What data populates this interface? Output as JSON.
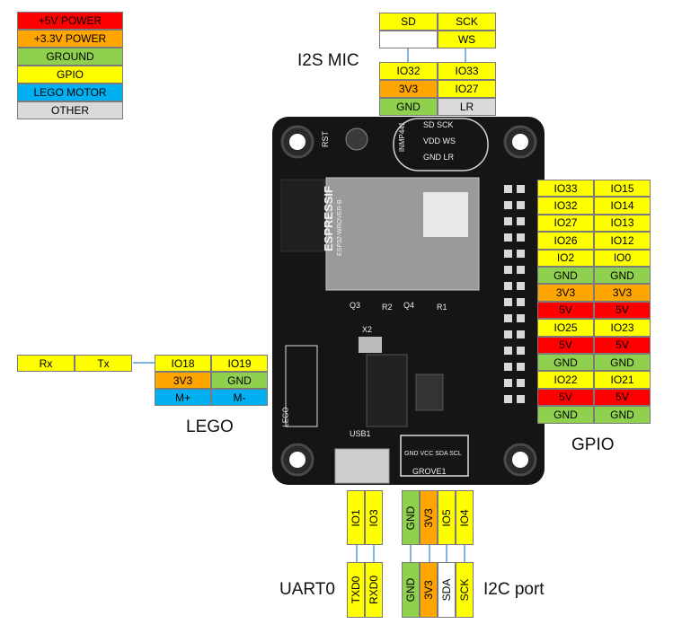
{
  "colors": {
    "power5v": "#ff0000",
    "power33v": "#ffa500",
    "ground": "#8fd14f",
    "gpio": "#ffff00",
    "lego_motor": "#00b0f0",
    "other": "#d9d9d9",
    "empty": "#ffffff",
    "line": "#5b9bd5"
  },
  "legend": [
    {
      "label": "+5V POWER",
      "color": "power5v"
    },
    {
      "label": "+3.3V POWER",
      "color": "power33v"
    },
    {
      "label": "GROUND",
      "color": "ground"
    },
    {
      "label": "GPIO",
      "color": "gpio"
    },
    {
      "label": "LEGO MOTOR",
      "color": "lego_motor"
    },
    {
      "label": "OTHER",
      "color": "other"
    }
  ],
  "i2s": {
    "title": "I2S MIC",
    "top": [
      [
        {
          "t": "SD",
          "c": "gpio"
        },
        {
          "t": "SCK",
          "c": "gpio"
        }
      ],
      [
        {
          "t": "",
          "c": "empty"
        },
        {
          "t": "WS",
          "c": "gpio"
        }
      ]
    ],
    "bottom": [
      [
        {
          "t": "IO32",
          "c": "gpio"
        },
        {
          "t": "IO33",
          "c": "gpio"
        }
      ],
      [
        {
          "t": "3V3",
          "c": "power33v"
        },
        {
          "t": "IO27",
          "c": "gpio"
        }
      ],
      [
        {
          "t": "GND",
          "c": "ground"
        },
        {
          "t": "LR",
          "c": "other"
        }
      ]
    ]
  },
  "gpio": {
    "title": "GPIO",
    "rows": [
      [
        {
          "t": "IO33",
          "c": "gpio"
        },
        {
          "t": "IO15",
          "c": "gpio"
        }
      ],
      [
        {
          "t": "IO32",
          "c": "gpio"
        },
        {
          "t": "IO14",
          "c": "gpio"
        }
      ],
      [
        {
          "t": "IO27",
          "c": "gpio"
        },
        {
          "t": "IO13",
          "c": "gpio"
        }
      ],
      [
        {
          "t": "IO26",
          "c": "gpio"
        },
        {
          "t": "IO12",
          "c": "gpio"
        }
      ],
      [
        {
          "t": "IO2",
          "c": "gpio"
        },
        {
          "t": "IO0",
          "c": "gpio"
        }
      ],
      [
        {
          "t": "GND",
          "c": "ground"
        },
        {
          "t": "GND",
          "c": "ground"
        }
      ],
      [
        {
          "t": "3V3",
          "c": "power33v"
        },
        {
          "t": "3V3",
          "c": "power33v"
        }
      ],
      [
        {
          "t": "5V",
          "c": "power5v"
        },
        {
          "t": "5V",
          "c": "power5v"
        }
      ],
      [
        {
          "t": "IO25",
          "c": "gpio"
        },
        {
          "t": "IO23",
          "c": "gpio"
        }
      ],
      [
        {
          "t": "5V",
          "c": "power5v"
        },
        {
          "t": "5V",
          "c": "power5v"
        }
      ],
      [
        {
          "t": "GND",
          "c": "ground"
        },
        {
          "t": "GND",
          "c": "ground"
        }
      ],
      [
        {
          "t": "IO22",
          "c": "gpio"
        },
        {
          "t": "IO21",
          "c": "gpio"
        }
      ],
      [
        {
          "t": "5V",
          "c": "power5v"
        },
        {
          "t": "5V",
          "c": "power5v"
        }
      ],
      [
        {
          "t": "GND",
          "c": "ground"
        },
        {
          "t": "GND",
          "c": "ground"
        }
      ]
    ]
  },
  "lego": {
    "title": "LEGO",
    "uart_row": [
      {
        "t": "Rx",
        "c": "gpio"
      },
      {
        "t": "Tx",
        "c": "gpio"
      }
    ],
    "rows": [
      [
        {
          "t": "IO18",
          "c": "gpio"
        },
        {
          "t": "IO19",
          "c": "gpio"
        }
      ],
      [
        {
          "t": "3V3",
          "c": "power33v"
        },
        {
          "t": "GND",
          "c": "ground"
        }
      ],
      [
        {
          "t": "M+",
          "c": "lego_motor"
        },
        {
          "t": "M-",
          "c": "lego_motor"
        }
      ]
    ]
  },
  "uart": {
    "title": "UART0",
    "top": [
      {
        "t": "IO1",
        "c": "gpio"
      },
      {
        "t": "IO3",
        "c": "gpio"
      }
    ],
    "bottom": [
      {
        "t": "TXD0",
        "c": "gpio"
      },
      {
        "t": "RXD0",
        "c": "gpio"
      }
    ]
  },
  "i2c": {
    "title": "I2C port",
    "top": [
      {
        "t": "GND",
        "c": "ground"
      },
      {
        "t": "3V3",
        "c": "power33v"
      },
      {
        "t": "IO5",
        "c": "gpio"
      },
      {
        "t": "IO4",
        "c": "gpio"
      }
    ],
    "bottom": [
      {
        "t": "GND",
        "c": "ground"
      },
      {
        "t": "3V3",
        "c": "power33v"
      },
      {
        "t": "SDA",
        "c": "empty"
      },
      {
        "t": "SCK",
        "c": "gpio"
      }
    ]
  },
  "board": {
    "module_text": "ESPRESSIF",
    "module_sub": "ESP32-WROVER-B",
    "rst": "RST",
    "usb": "USB1",
    "grove": "GROVE1",
    "grove_pins": "GND VCC SDA SCL",
    "mic_chip": "INMP441",
    "mic_pins_top": "SD SCK",
    "mic_pins_mid": "VDD WS",
    "mic_pins_bot": "GND LR",
    "lego_silk": "LEGO",
    "r2": "R2",
    "r1": "R1",
    "q3": "Q3",
    "q4": "Q4",
    "x2": "X2"
  }
}
